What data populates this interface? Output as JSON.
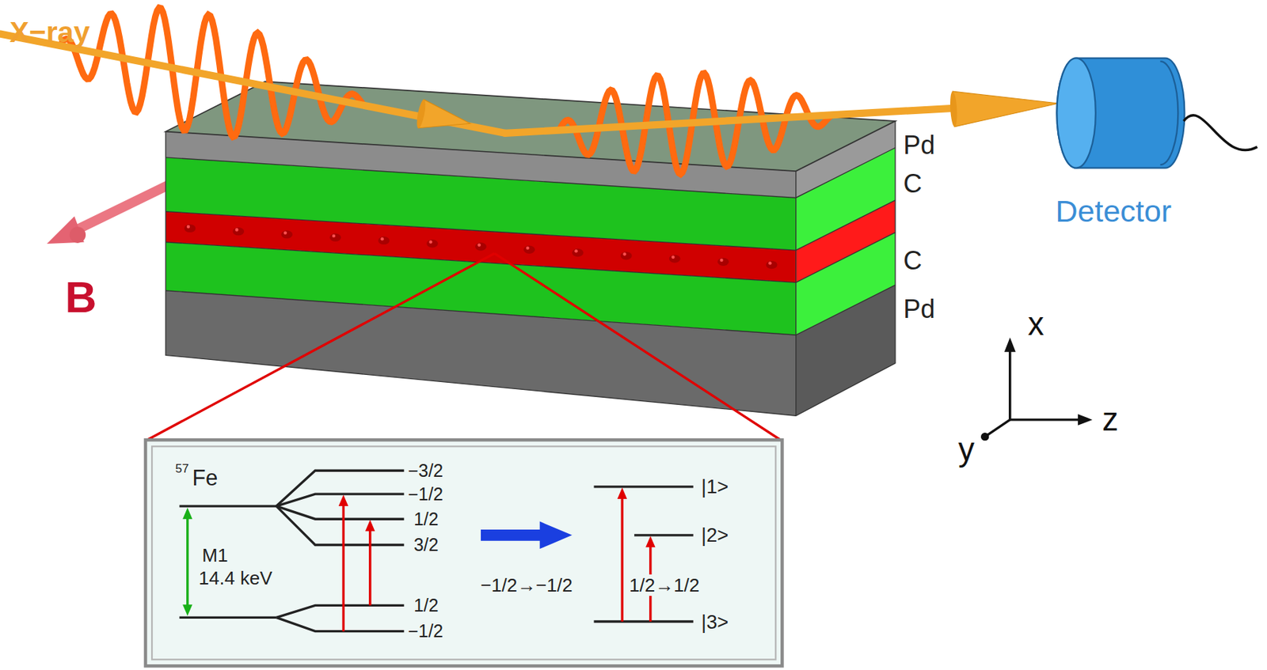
{
  "diagram": {
    "labels": [
      "X−ray",
      "Pd",
      "C",
      "C",
      "Pd",
      "B",
      "Detector",
      "x",
      "y",
      "z",
      "57",
      "Fe",
      "M1",
      "14.4 keV",
      "−3/2",
      "−1/2",
      "1/2",
      "3/2",
      "1/2",
      "−1/2",
      "−1/2→−1/2",
      "1/2→1/2",
      "|1>",
      "|2>",
      "|3>"
    ]
  }
}
